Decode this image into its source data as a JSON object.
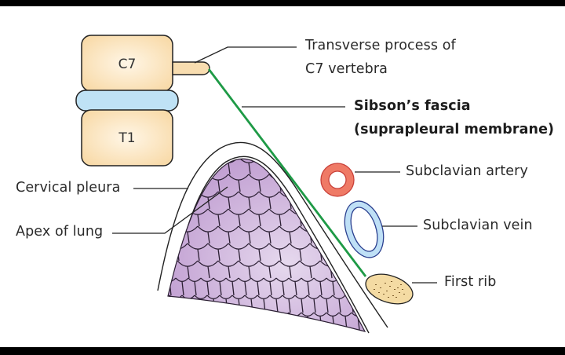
{
  "diagram": {
    "title": "Sibson's fascia anatomy",
    "vertebrae": [
      {
        "label": "C7"
      },
      {
        "label": "T1"
      }
    ],
    "labels": {
      "transverse_process_line1": "Transverse process of",
      "transverse_process_line2": "C7 vertebra",
      "sibsons_fascia_line1": "Sibson’s fascia",
      "sibsons_fascia_line2": "(suprapleural membrane)",
      "subclavian_artery": "Subclavian artery",
      "subclavian_vein": "Subclavian vein",
      "first_rib": "First rib",
      "cervical_pleura": "Cervical pleura",
      "apex_of_lung": "Apex of lung"
    },
    "colors": {
      "vertebra_fill": "#fbe2b8",
      "disc_fill": "#bfe2f5",
      "fascia_line": "#1e9a46",
      "artery": "#ef7a66",
      "vein": "#bfe0f6",
      "vein_outline": "#2a3f8f",
      "rib": "#f4dba3",
      "lung": "#d6c3e0",
      "lung_dark": "#b996c9"
    }
  }
}
